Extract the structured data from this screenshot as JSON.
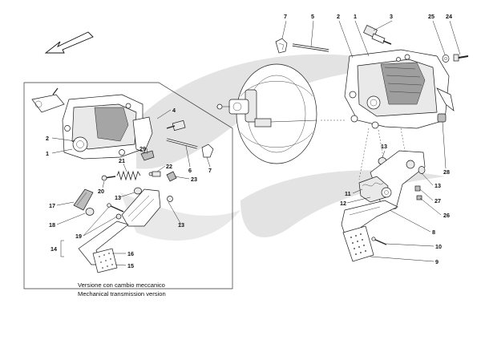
{
  "callouts": {
    "c1a": "1",
    "c2a": "2",
    "c3a": "3",
    "c5a": "5",
    "c7a": "7",
    "c24a": "24",
    "c25a": "25",
    "c13a": "13",
    "c11a": "11",
    "c12a": "12",
    "c28a": "28",
    "c13b": "13",
    "c27a": "27",
    "c26a": "26",
    "c8a": "8",
    "c10a": "10",
    "c9a": "9",
    "c4b": "4",
    "c2b": "2",
    "c1b": "1",
    "c29b": "29",
    "c6b": "6",
    "c7b": "7",
    "c21b": "21",
    "c22b": "22",
    "c23b": "23",
    "c20b": "20",
    "c13c": "13",
    "c17b": "17",
    "c18b": "18",
    "c19b": "19",
    "c13d": "13",
    "c14b": "14",
    "c16b": "16",
    "c15b": "15"
  },
  "caption": {
    "line1": "Versione con cambio meccanico",
    "line2": "Mechanical transmission version"
  },
  "colors": {
    "watermark": "#dcdcdc",
    "line": "#1a1a1a",
    "shade": "#bdbdbd"
  }
}
